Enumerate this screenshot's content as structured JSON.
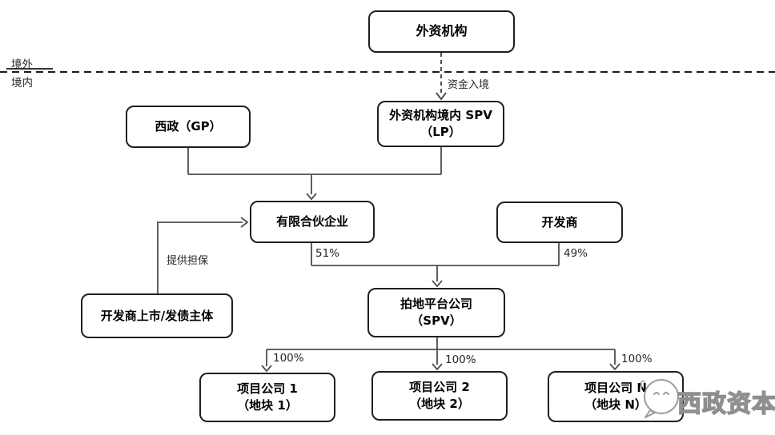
{
  "boundary": {
    "outside": "境外",
    "inside": "境内"
  },
  "nodes": {
    "foreign": {
      "label": "外资机构"
    },
    "gp": {
      "label": "西政（GP）"
    },
    "spv_lp": {
      "line1": "外资机构境内 SPV",
      "line2": "（LP）"
    },
    "partnership": {
      "label": "有限合伙企业"
    },
    "developer": {
      "label": "开发商"
    },
    "guarantor": {
      "label": "开发商上市/发债主体"
    },
    "platform": {
      "line1": "拍地平台公司",
      "line2": "（SPV）"
    },
    "project1": {
      "line1": "项目公司 1",
      "line2": "（地块 1）"
    },
    "project2": {
      "line1": "项目公司 2",
      "line2": "（地块 2）"
    },
    "projectN": {
      "line1": "项目公司 N",
      "line2": "（地块 N）"
    }
  },
  "edge_labels": {
    "capital_entry": "资金入境",
    "guarantee": "提供担保",
    "partnership_share": "51%",
    "developer_share": "49%",
    "project1_share": "100%",
    "project2_share": "100%",
    "projectN_share": "100%"
  },
  "watermark": {
    "brand": "西政资本",
    "icon": "wechat-bubble-icon"
  },
  "colors": {
    "line": "#4d4d4d",
    "border": "#1f1f1f",
    "dashed": "#1a1a1a",
    "watermark": "#8f8f8f"
  }
}
